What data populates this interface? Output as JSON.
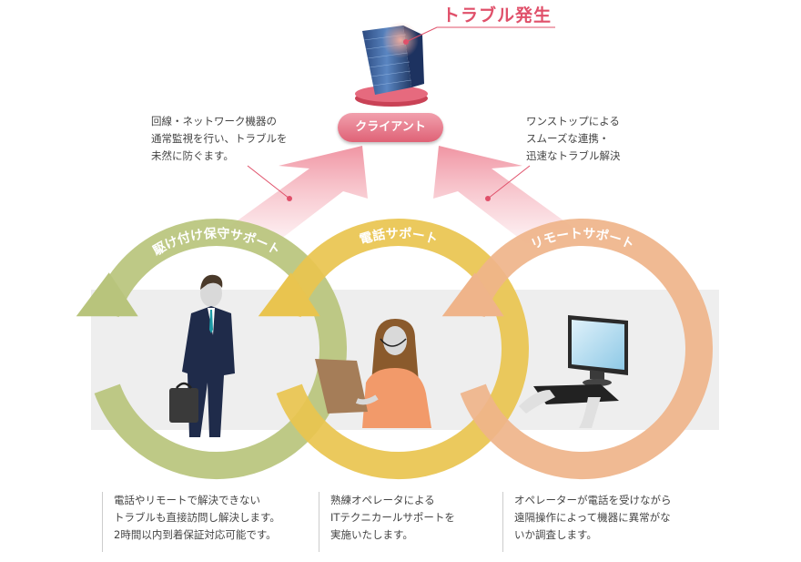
{
  "header": {
    "trouble_label": "トラブル発生",
    "client_label": "クライアント"
  },
  "annotations": {
    "left": "回線・ネットワーク機器の\n通常監視を行い、トラブルを\n未然に防ぐます。",
    "right": "ワンストップによる\nスムーズな連携・\n迅速なトラブル解決"
  },
  "services": [
    {
      "label": "駆け付け保守サポート",
      "color": "#b8c47c",
      "description": "電話やリモートで解決できない\nトラブルも直接訪問し解決します。\n2時間以内到着保証対応可能です。"
    },
    {
      "label": "電話サポート",
      "color": "#e9c44f",
      "description": "熟練オペレータによる\nITテクニカールサポートを\n実施いたします。"
    },
    {
      "label": "リモートサポート",
      "color": "#efb48a",
      "description": "オペレーターが電話を受けながら\n遠隔操作によって機器に異常がな\nいか調査します。"
    }
  ],
  "colors": {
    "accent_pink": "#e0506a",
    "arrow_pink": "#f3a2ae",
    "band_gray": "#eeeeee"
  }
}
